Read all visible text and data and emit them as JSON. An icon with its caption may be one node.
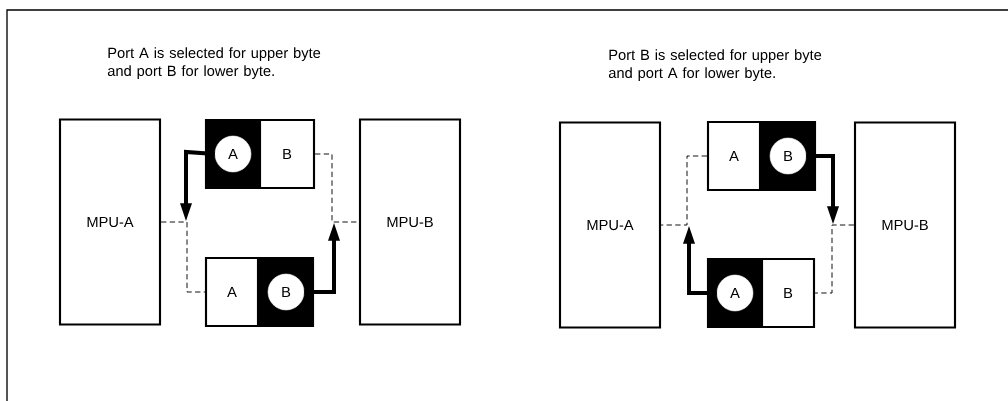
{
  "diagram": {
    "nodes": [
      {
        "text": [
          "MPU-A"
        ]
      },
      {
        "text": [],
        "shape": "box"
      },
      {
        "text": [
          "A"
        ],
        "in": 1
      },
      {
        "text": [
          "B"
        ]
      },
      {
        "text": [
          "A"
        ]
      },
      {
        "text": [],
        "shape": "box"
      },
      {
        "text": [
          "B"
        ],
        "in": 5
      },
      {
        "text": [
          "MPU-B"
        ]
      },
      {
        "text": [
          "MPU-A"
        ]
      },
      {
        "text": [
          "A"
        ]
      },
      {
        "text": [],
        "shape": "box"
      },
      {
        "text": [
          "B"
        ],
        "in": 10
      },
      {
        "text": [],
        "shape": "box"
      },
      {
        "text": [
          "A"
        ],
        "in": 12
      },
      {
        "text": [
          "B"
        ]
      },
      {
        "text": [
          "MPU-B"
        ]
      }
    ],
    "edges": [
      {
        "from": 2,
        "to": 0,
        "arrow": "to",
        "style": "thick"
      },
      {
        "from": 0,
        "to": 4,
        "arrow": "none",
        "style": "dashed"
      },
      {
        "from": 3,
        "to": 7,
        "arrow": "none",
        "style": "dashed"
      },
      {
        "from": 6,
        "to": 7,
        "arrow": "to",
        "style": "thick"
      },
      {
        "from": 9,
        "to": 8,
        "arrow": "none",
        "style": "dashed"
      },
      {
        "from": 13,
        "to": 8,
        "arrow": "to",
        "style": "thick"
      },
      {
        "from": 11,
        "to": 15,
        "arrow": "to",
        "style": "thick"
      },
      {
        "from": 15,
        "to": 14,
        "arrow": "none",
        "style": "dashed"
      }
    ],
    "labels": [
      "Port A is selected for upper byte and port B for lower byte.",
      "Port B is selected for upper byte and port A for lower byte."
    ]
  }
}
